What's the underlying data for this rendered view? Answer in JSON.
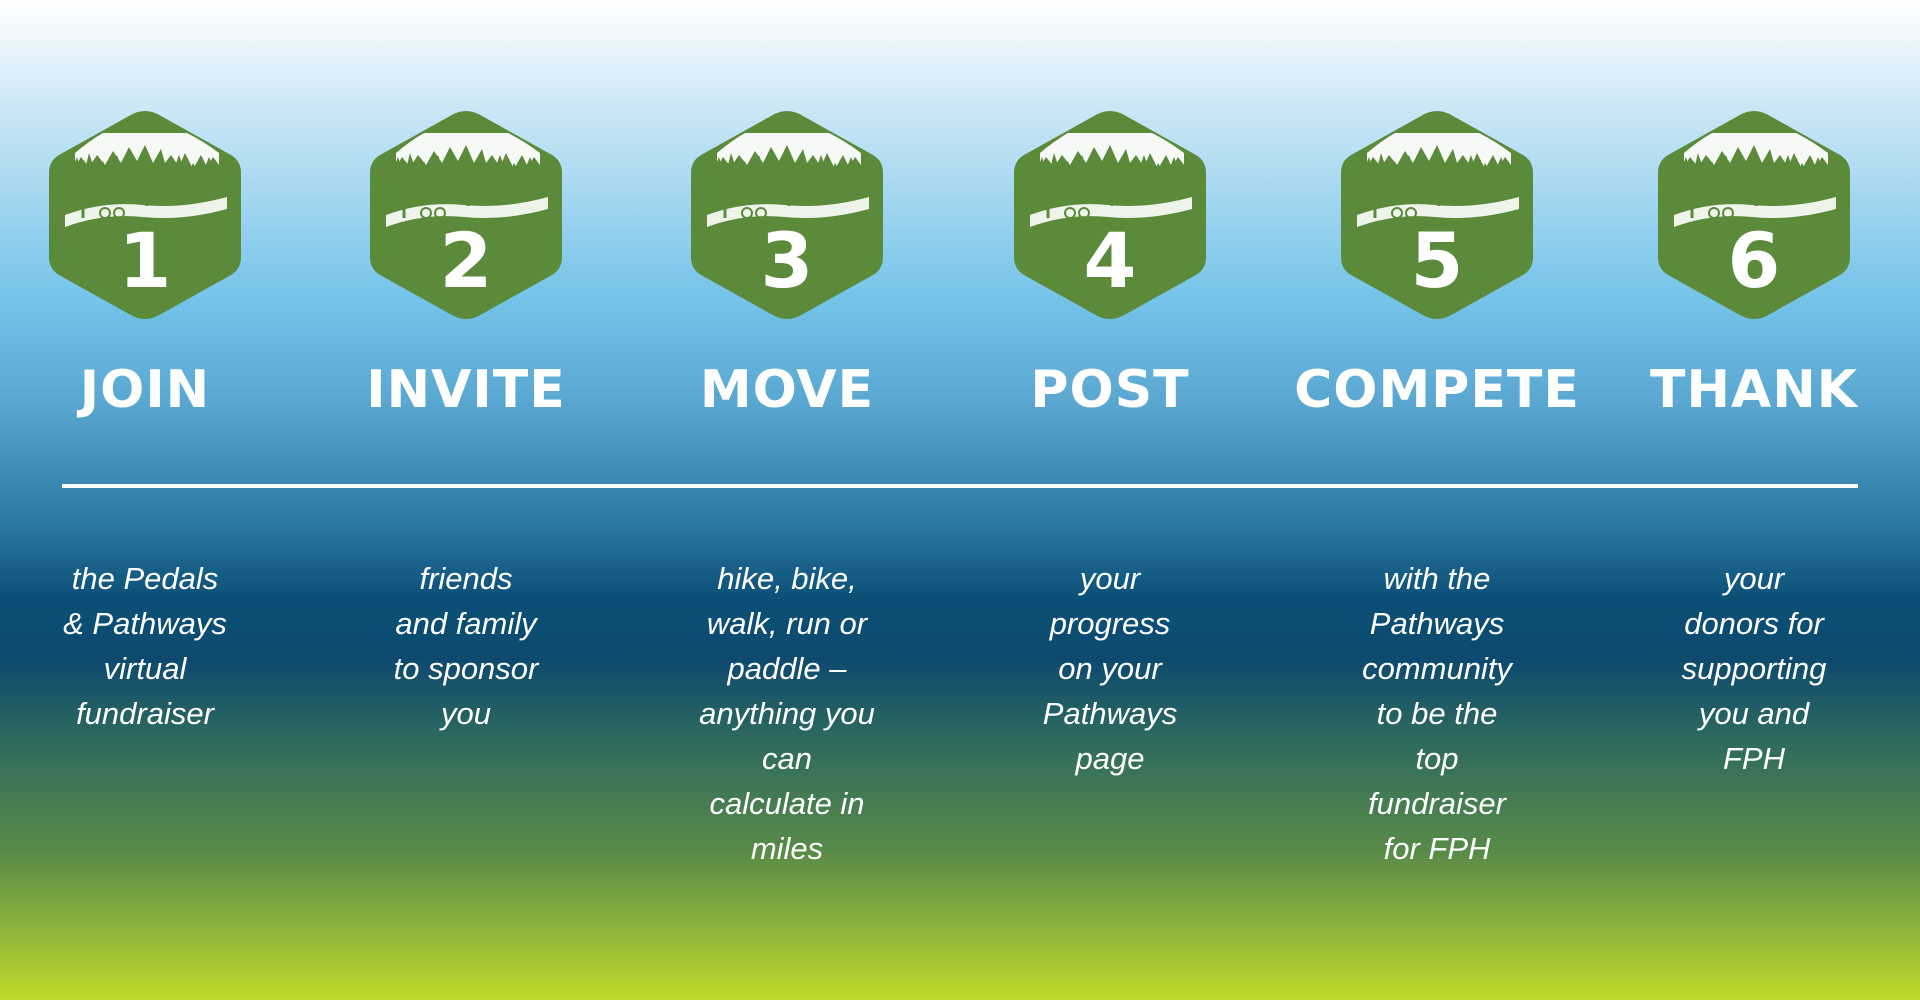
{
  "colors": {
    "badge_green": "#5a8a3a",
    "badge_scene": "#ffffff",
    "text": "#ffffff",
    "gradient_top": "#ffffff",
    "gradient_sky": "#74c3e9",
    "gradient_deep": "#0b4f76",
    "gradient_bottom": "#c0da2b"
  },
  "badge_icon": "hexagon-trail-scene-icon",
  "steps": [
    {
      "number": "1",
      "title": "JOIN",
      "description": "the Pedals\n& Pathways\nvirtual\nfundraiser"
    },
    {
      "number": "2",
      "title": "INVITE",
      "description": "friends\nand family\nto sponsor\nyou"
    },
    {
      "number": "3",
      "title": "MOVE",
      "description": "hike, bike,\nwalk, run or\npaddle –\nanything you\ncan\ncalculate in\nmiles"
    },
    {
      "number": "4",
      "title": "POST",
      "description": "your\nprogress\non your\nPathways\npage"
    },
    {
      "number": "5",
      "title": "COMPETE",
      "description": "with the\nPathways\ncommunity\nto be the\ntop\nfundraiser\nfor FPH"
    },
    {
      "number": "6",
      "title": "THANK",
      "description": "your\ndonors for\nsupporting\nyou and\nFPH"
    }
  ]
}
